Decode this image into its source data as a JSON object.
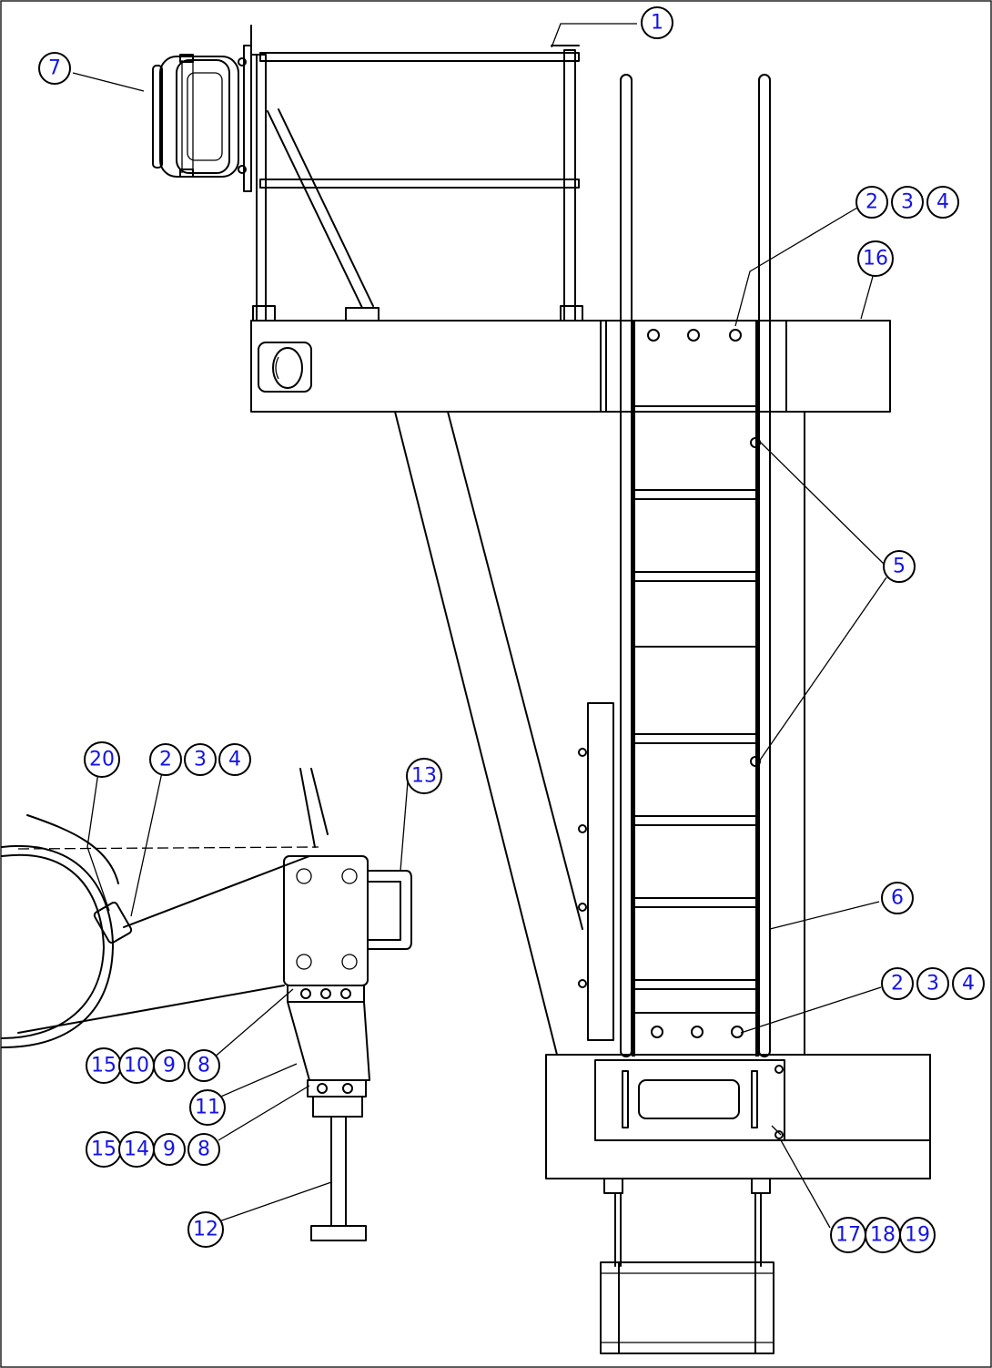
{
  "callouts": {
    "c1": "1",
    "c7": "7",
    "c2a": "2",
    "c3a": "3",
    "c4a": "4",
    "c16": "16",
    "c5": "5",
    "c6": "6",
    "c2b": "2",
    "c3b": "3",
    "c4b": "4",
    "c20": "20",
    "c2c": "2",
    "c3c": "3",
    "c4c": "4",
    "c13": "13",
    "c15a": "15",
    "c10": "10",
    "c9a": "9",
    "c8a": "8",
    "c11": "11",
    "c15b": "15",
    "c14": "14",
    "c9b": "9",
    "c8b": "8",
    "c12": "12",
    "c17": "17",
    "c18": "18",
    "c19": "19"
  },
  "colors": {
    "line": "#000000",
    "label": "#1414e6",
    "background": "#ffffff"
  }
}
